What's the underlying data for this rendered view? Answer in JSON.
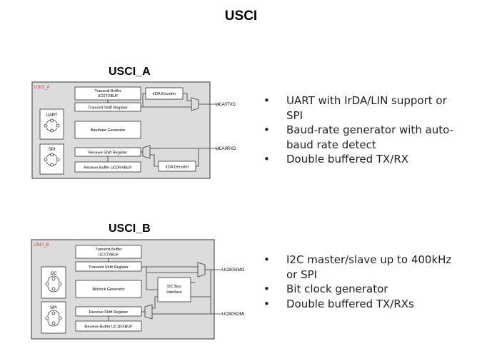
{
  "page_title": "USCI",
  "usci_a": {
    "heading": "USCI_A",
    "tag": "USCI_A",
    "blocks": {
      "tx_buffer_1": "Transmit Buffer",
      "tx_buffer_2": "UC0TXBUF",
      "tx_shift": "Transmit Shift Register",
      "baud_gen": "Baudrate Generator",
      "rx_shift": "Receive Shift Register",
      "rx_buffer": "Receive Buffer UC0RXBUF",
      "irda_enc": "IrDA Encoder",
      "irda_dec": "IrDA Decoder",
      "mode1": "UART",
      "mode2": "SPI"
    },
    "pins": {
      "tx": "UCA0TXD",
      "rx": "UCA0RXD"
    },
    "bullets": [
      "UART with IrDA/LIN support or SPI",
      "Baud-rate generator with auto-baud rate detect",
      "Double buffered TX/RX"
    ]
  },
  "usci_b": {
    "heading": "USCI_B",
    "tag": "USCI_B",
    "blocks": {
      "tx_buffer_1": "Transmit Buffer",
      "tx_buffer_2": "UC1TXBUF",
      "tx_shift": "Transmit Shift Register",
      "bitclock_gen": "Bitclock Generator",
      "rx_shift": "Receive Shift Register",
      "rx_buffer": "Receive Buffer UC1RXBUF",
      "i2c_iface_1": "I2C Bus",
      "i2c_iface_2": "Interface",
      "mode1": "I2C",
      "mode2": "SPI"
    },
    "pins": {
      "simo": "UCB0SIMO",
      "somi": "UCB0SOMI"
    },
    "bullets": [
      "I2C master/slave up to 400kHz or SPI",
      "Bit clock generator",
      "Double buffered TX/RXs"
    ]
  },
  "colors": {
    "panel_fill": "#dcdcdc",
    "panel_border": "#555555",
    "tag_text": "#c0392b"
  }
}
